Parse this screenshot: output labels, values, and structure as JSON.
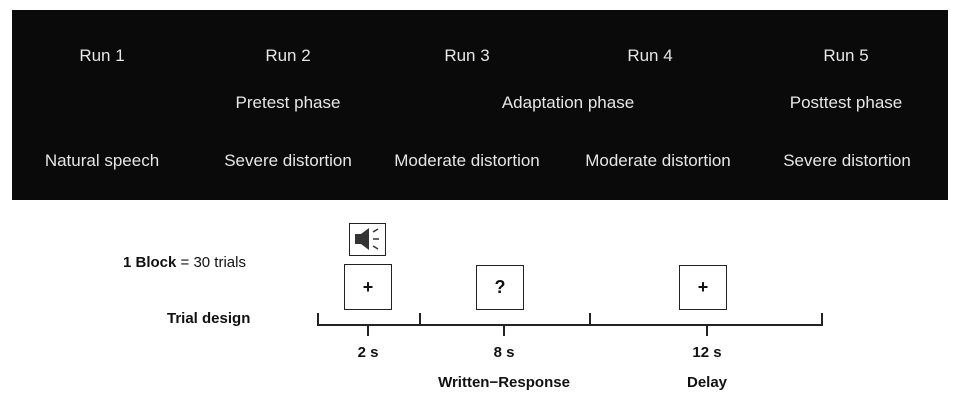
{
  "runs": [
    {
      "run": "Run 1",
      "phase": "",
      "condition": "Natural speech"
    },
    {
      "run": "Run 2",
      "phase": "Pretest phase",
      "condition": "Severe distortion"
    },
    {
      "run": "Run 3",
      "phase": "",
      "condition": "Moderate distortion"
    },
    {
      "run": "Run 4",
      "phase": "",
      "condition": "Moderate distortion"
    },
    {
      "run": "Run 5",
      "phase": "Posttest phase",
      "condition": "Severe distortion"
    }
  ],
  "adaptation_phase": "Adaptation phase",
  "block": {
    "label": "1 Block",
    "rest": " = 30 trials"
  },
  "trial_design_label": "Trial design",
  "trial_events": [
    {
      "symbol": "+",
      "duration": "2 s",
      "name": "",
      "icon": "speaker-icon"
    },
    {
      "symbol": "?",
      "duration": "8 s",
      "name": "Written−Response"
    },
    {
      "symbol": "+",
      "duration": "12 s",
      "name": "Delay"
    }
  ]
}
